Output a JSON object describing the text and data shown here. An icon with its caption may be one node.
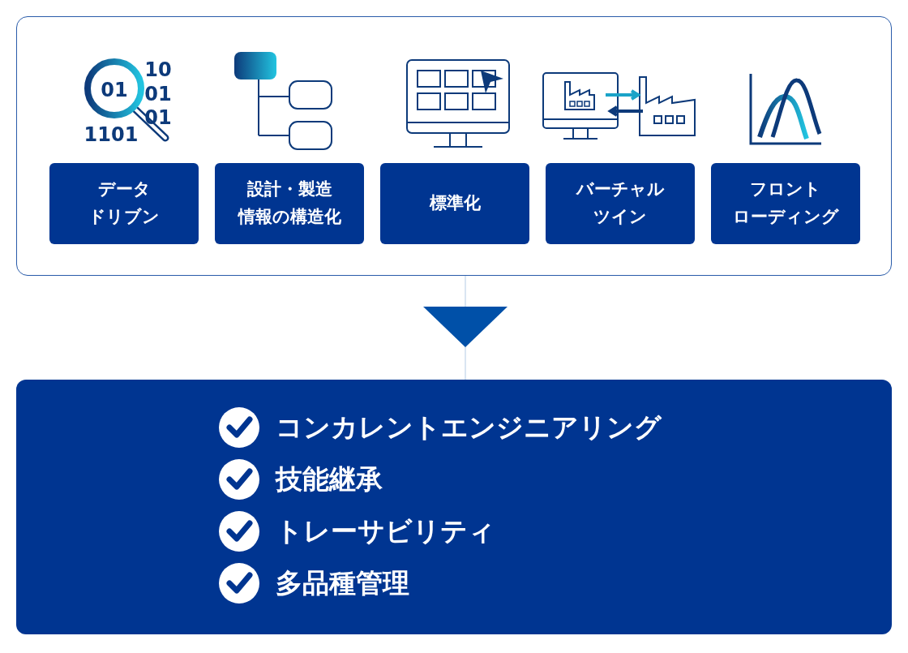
{
  "diagram": {
    "nodes": [
      {
        "text": [],
        "shape": "box"
      },
      {
        "text": [
          "データドリブン"
        ],
        "in": 0
      },
      {
        "text": [
          "設計・製造情報の構造化"
        ],
        "in": 0
      },
      {
        "text": [
          "標準化"
        ],
        "in": 0
      },
      {
        "text": [
          "バーチャルツイン"
        ],
        "in": 0
      },
      {
        "text": [
          "フロントローディング"
        ],
        "in": 0
      },
      {
        "text": [
          "コンカレントエンジニアリング",
          "技能継承",
          "トレーサビリティ",
          "多品種管理"
        ]
      }
    ],
    "edges": [
      {
        "from": 0,
        "to": 6,
        "arrow": "to"
      }
    ],
    "labels": [
      "01",
      "10",
      "01",
      "01",
      "1101"
    ]
  }
}
